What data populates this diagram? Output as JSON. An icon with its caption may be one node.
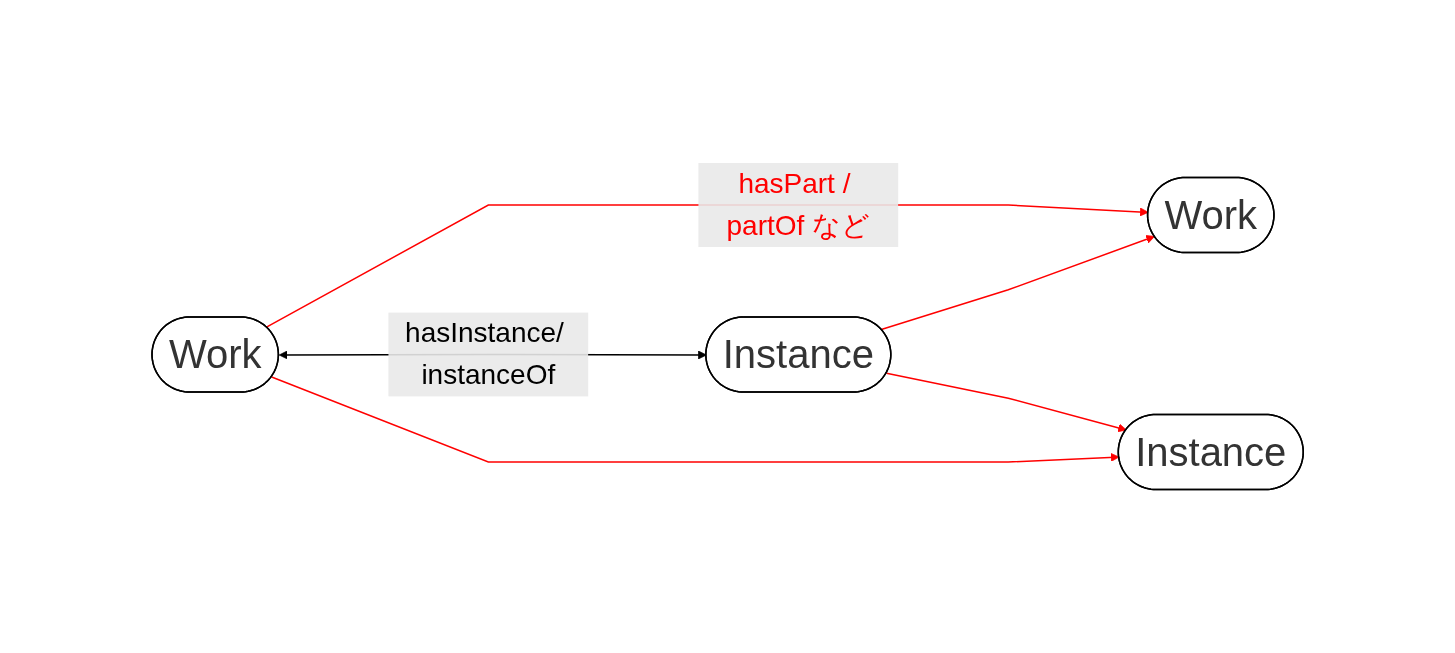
{
  "diagram": {
    "nodes": [
      {
        "text": [
          "Work"
        ]
      },
      {
        "text": [
          "Work"
        ]
      },
      {
        "text": [
          "Instance"
        ]
      },
      {
        "text": [
          "Instance"
        ]
      }
    ],
    "edges": [
      {
        "from": 0,
        "to": 1,
        "arrow": "to",
        "label": "hasPart / partOf など"
      },
      {
        "from": 0,
        "to": 2,
        "arrow": "both",
        "label": "hasInstance/ instanceOf",
        "color": "#000000"
      },
      {
        "from": 0,
        "to": 3,
        "arrow": "to"
      },
      {
        "from": 2,
        "to": 1,
        "arrow": "to"
      },
      {
        "from": 2,
        "to": 3,
        "arrow": "to"
      }
    ]
  }
}
